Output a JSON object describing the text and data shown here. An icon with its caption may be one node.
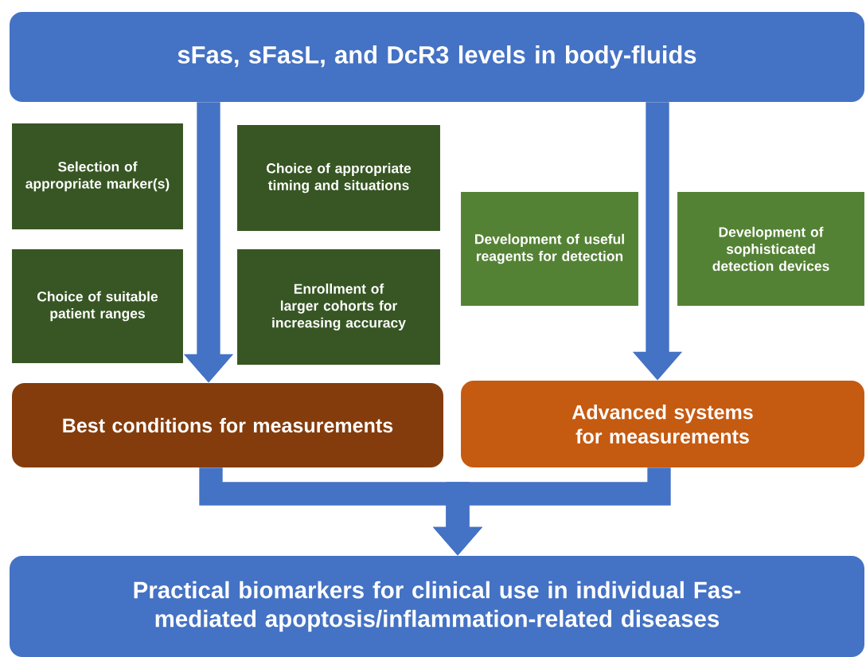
{
  "diagram": {
    "nodes": [
      {
        "text": [
          "sFas, sFasL, and DcR3 levels in body-fluids"
        ]
      },
      {
        "text": [
          "Selection of appropriate marker(s)"
        ]
      },
      {
        "text": [
          "Choice of appropriate timing and situations"
        ]
      },
      {
        "text": [
          "Choice of suitable patient ranges"
        ]
      },
      {
        "text": [
          "Enrollment of larger cohorts for increasing accuracy"
        ]
      },
      {
        "text": [
          "Development of useful reagents for detection"
        ]
      },
      {
        "text": [
          "Development of sophisticated detection devices"
        ]
      },
      {
        "text": [
          "Best conditions for measurements"
        ]
      },
      {
        "text": [
          "Advanced systems for measurements"
        ]
      },
      {
        "text": [
          "Practical biomarkers for clinical use in individual Fas-mediated apoptosis/inflammation-related diseases"
        ]
      }
    ],
    "edges": [
      {
        "from": 0,
        "to": 7,
        "arrow": "to"
      },
      {
        "from": 0,
        "to": 8,
        "arrow": "to"
      },
      {
        "from": 7,
        "to": 9,
        "arrow": "to"
      },
      {
        "from": 8,
        "to": 9,
        "arrow": "to"
      }
    ]
  }
}
